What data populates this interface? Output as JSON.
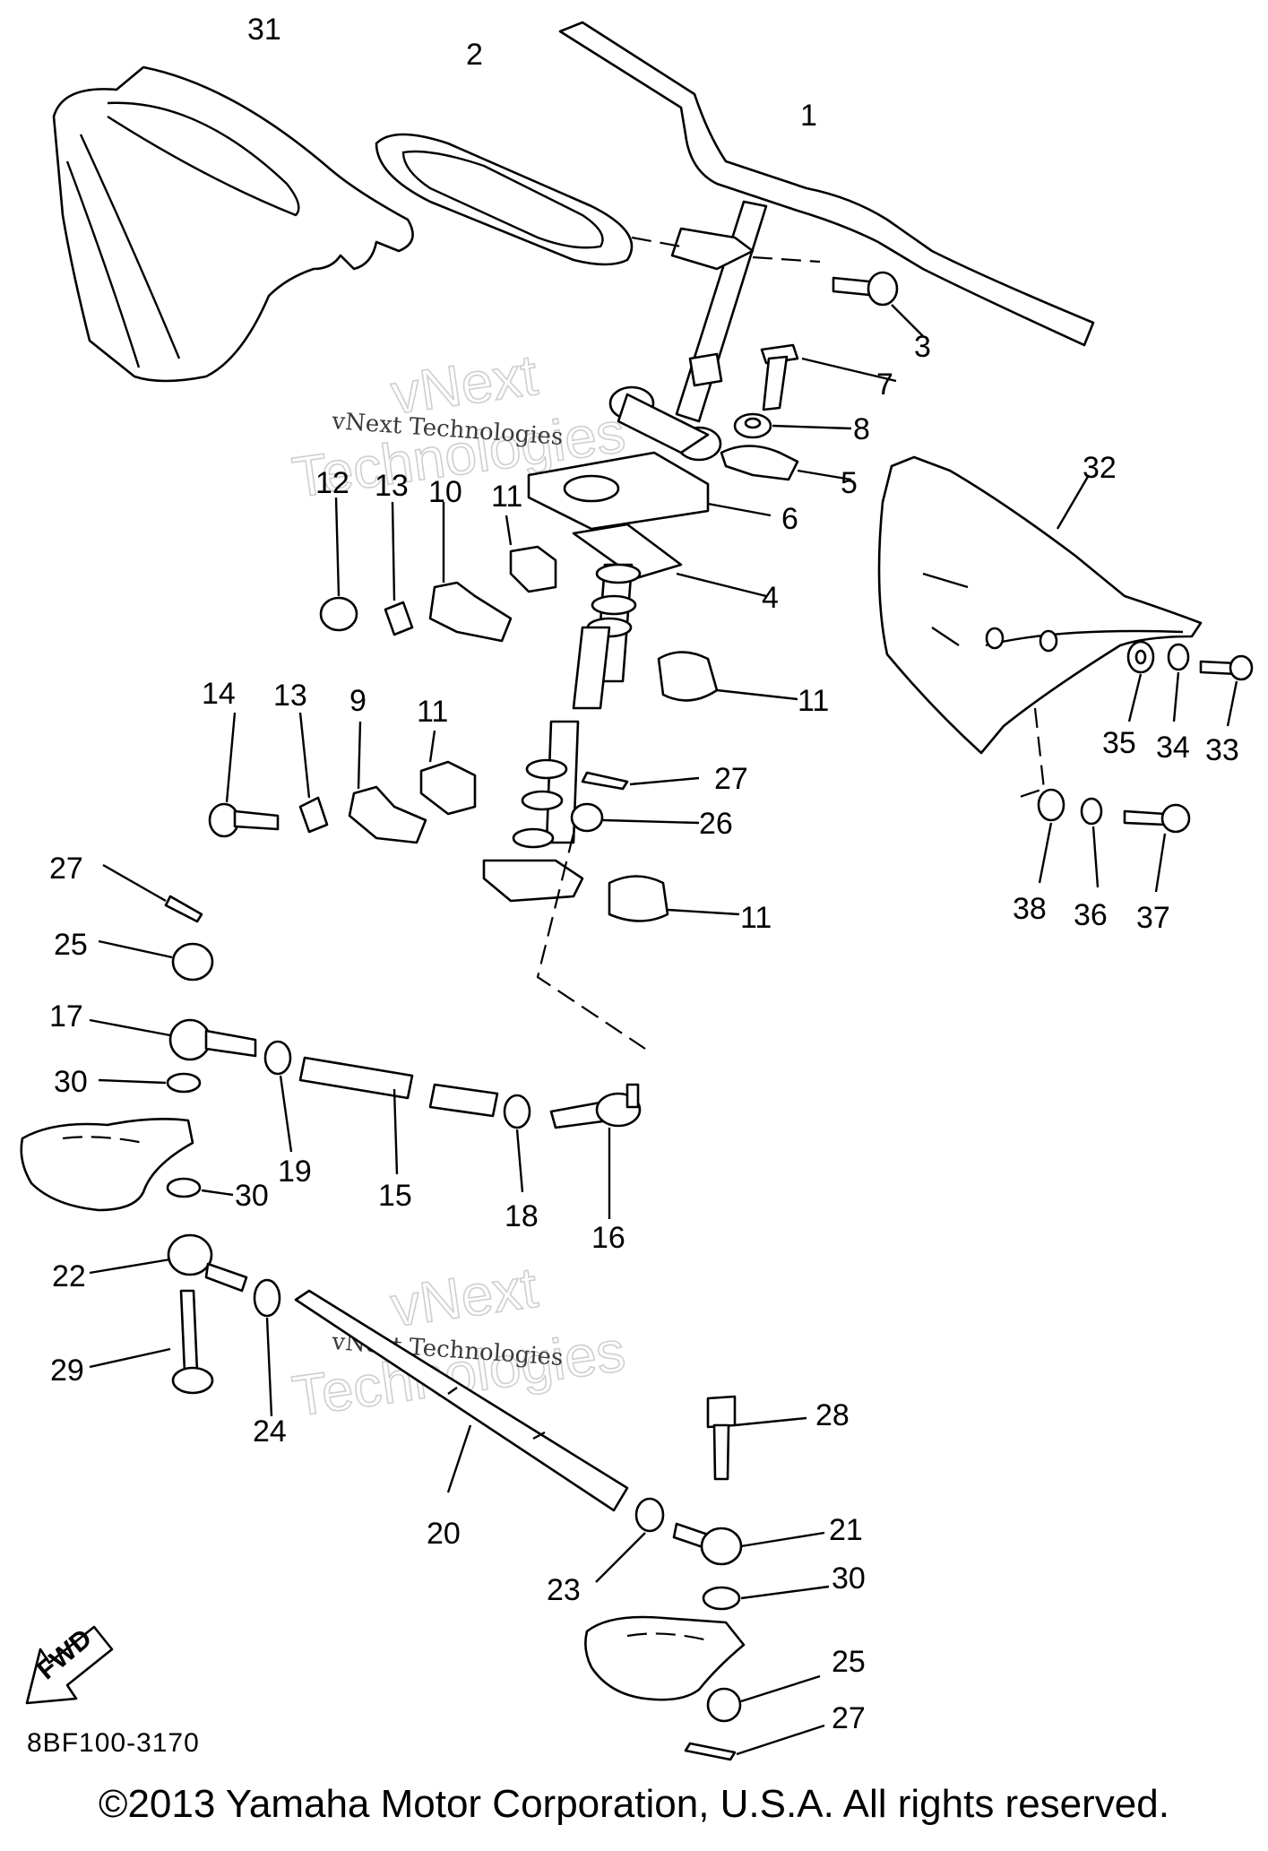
{
  "watermark": {
    "brand_lines": [
      "vNext",
      "Technologies"
    ],
    "small_text": "vNext Technologies"
  },
  "fwd_label": "FWD",
  "diagram_code": "8BF100-3170",
  "copyright": "©2013 Yamaha Motor Corporation, U.S.A. All rights reserved.",
  "callouts": {
    "c31": "31",
    "c2": "2",
    "c1": "1",
    "c3": "3",
    "c7": "7",
    "c8": "8",
    "c5": "5",
    "c32": "32",
    "c6": "6",
    "c12": "12",
    "c13a": "13",
    "c10": "10",
    "c11a": "11",
    "c4": "4",
    "c11b": "11",
    "c35": "35",
    "c34": "34",
    "c33": "33",
    "c14": "14",
    "c13b": "13",
    "c9": "9",
    "c11c": "11",
    "c27a": "27",
    "c26": "26",
    "c11d": "11",
    "c38": "38",
    "c36": "36",
    "c37": "37",
    "c27b": "27",
    "c25a": "25",
    "c17": "17",
    "c30a": "30",
    "c19": "19",
    "c15": "15",
    "c18": "18",
    "c16": "16",
    "c30b": "30",
    "c22": "22",
    "c29": "29",
    "c24": "24",
    "c28": "28",
    "c20": "20",
    "c21": "21",
    "c23": "23",
    "c30c": "30",
    "c25b": "25",
    "c27c": "27"
  }
}
